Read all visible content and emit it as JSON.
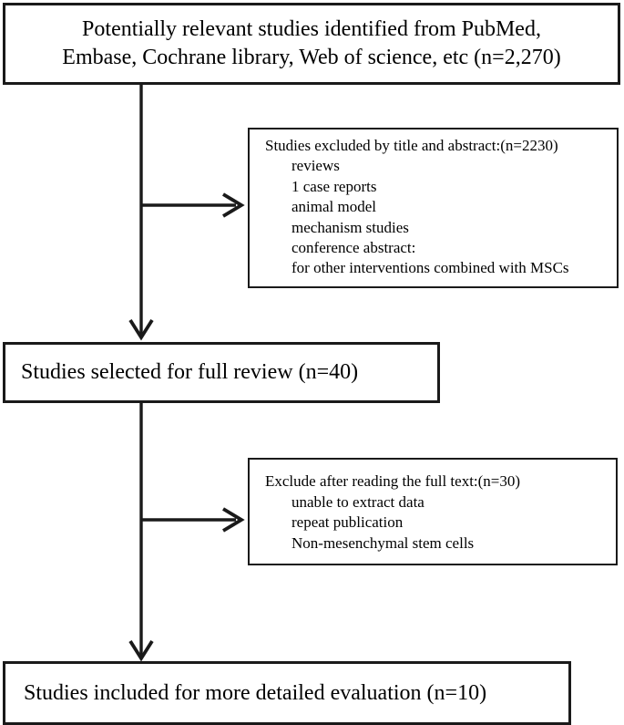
{
  "diagram": {
    "type": "flowchart",
    "colors": {
      "background": "#ffffff",
      "line": "#1a1a1a",
      "text": "#000000"
    },
    "boxes": {
      "identified": {
        "line1": "Potentially relevant studies identified from PubMed,",
        "line2": "Embase, Cochrane library, Web of science, etc (n=2,270)"
      },
      "excluded_title_abstract": {
        "title": "Studies excluded by title and abstract:(n=2230)",
        "items": [
          "reviews",
          "1 case reports",
          "animal model",
          "mechanism studies",
          "conference abstract:",
          "for other interventions combined with MSCs"
        ]
      },
      "full_review": {
        "label": "Studies selected for full review (n=40)"
      },
      "excluded_full_text": {
        "title": "Exclude after reading the full text:(n=30)",
        "items": [
          "unable to extract data",
          "repeat publication",
          "Non-mesenchymal stem cells"
        ]
      },
      "included": {
        "label": "Studies included for more detailed evaluation (n=10)"
      }
    }
  }
}
